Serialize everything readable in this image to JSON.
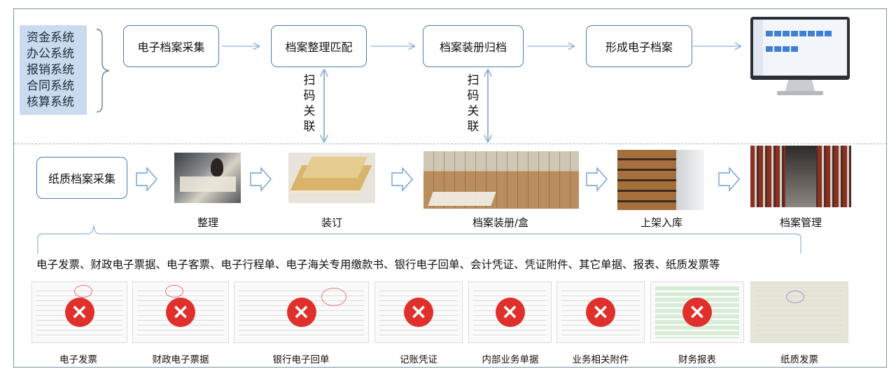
{
  "sources": [
    "资金系统",
    "办公系统",
    "报销系统",
    "合同系统",
    "核算系统"
  ],
  "electronic_flow": [
    "电子档案采集",
    "档案整理匹配",
    "档案装册归档",
    "形成电子档案"
  ],
  "scan_label_1": [
    "扫",
    "码",
    "关",
    "联"
  ],
  "scan_label_2": [
    "扫",
    "码",
    "关",
    "联"
  ],
  "paper_start": "纸质档案采集",
  "paper_steps": [
    "整理",
    "装订",
    "档案装册/盒",
    "上架入库",
    "档案管理"
  ],
  "doc_types_line": "电子发票、财政电子票据、电子客票、电子行程单、电子海关专用缴款书、银行电子回单、会计凭证、凭证附件、其它单据、报表、纸质发票等",
  "documents": [
    {
      "label": "电子发票",
      "crossed": true
    },
    {
      "label": "财政电子票据",
      "crossed": true
    },
    {
      "label": "银行电子回单",
      "crossed": true
    },
    {
      "label": "记账凭证",
      "crossed": true
    },
    {
      "label": "内部业务单据",
      "crossed": true
    },
    {
      "label": "业务相关附件",
      "crossed": true
    },
    {
      "label": "财务报表",
      "crossed": true
    },
    {
      "label": "纸质发票",
      "crossed": false
    }
  ],
  "colors": {
    "accent": "#4a7db8",
    "source_bg": "#c9dbee",
    "cross": "#e0302c"
  },
  "icons": {
    "cross": "×"
  }
}
